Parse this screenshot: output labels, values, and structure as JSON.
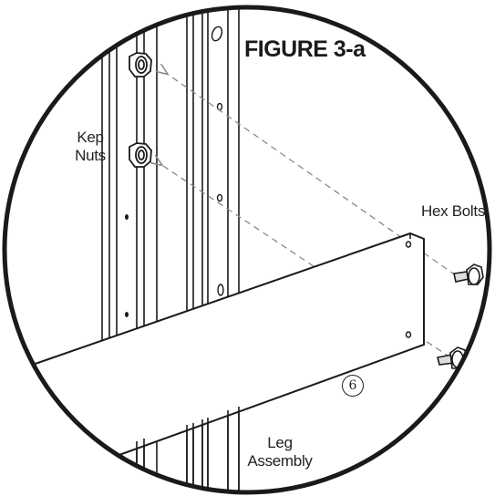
{
  "figure": {
    "title": "FIGURE 3-a",
    "labels": {
      "kep_nuts_line1": "Kep",
      "kep_nuts_line2": "Nuts",
      "hex_bolts": "Hex Bolts",
      "leg_line1": "Leg",
      "leg_line2": "Assembly",
      "part_number": "6"
    },
    "colors": {
      "line": "#1a1a1a",
      "dashed": "#8a8a8a",
      "background": "#ffffff"
    }
  }
}
